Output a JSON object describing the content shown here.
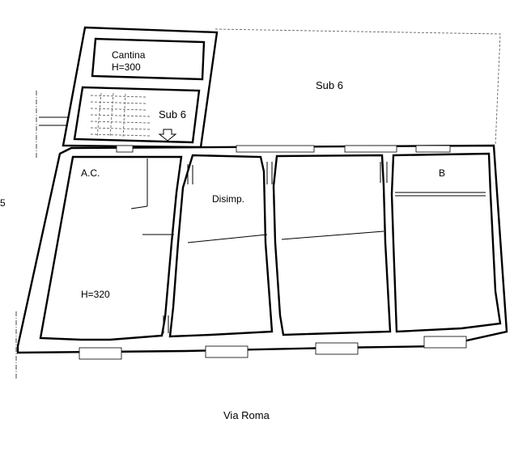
{
  "labels": {
    "cantina": "Cantina",
    "cantina_height": "H=300",
    "sub6_upper": "Sub 6",
    "sub6_stair": "Sub 6",
    "ac": "A.C.",
    "disimp": "Disimp.",
    "b": "B",
    "h320": "H=320",
    "street": "Via Roma",
    "edge_fragment": "5"
  }
}
